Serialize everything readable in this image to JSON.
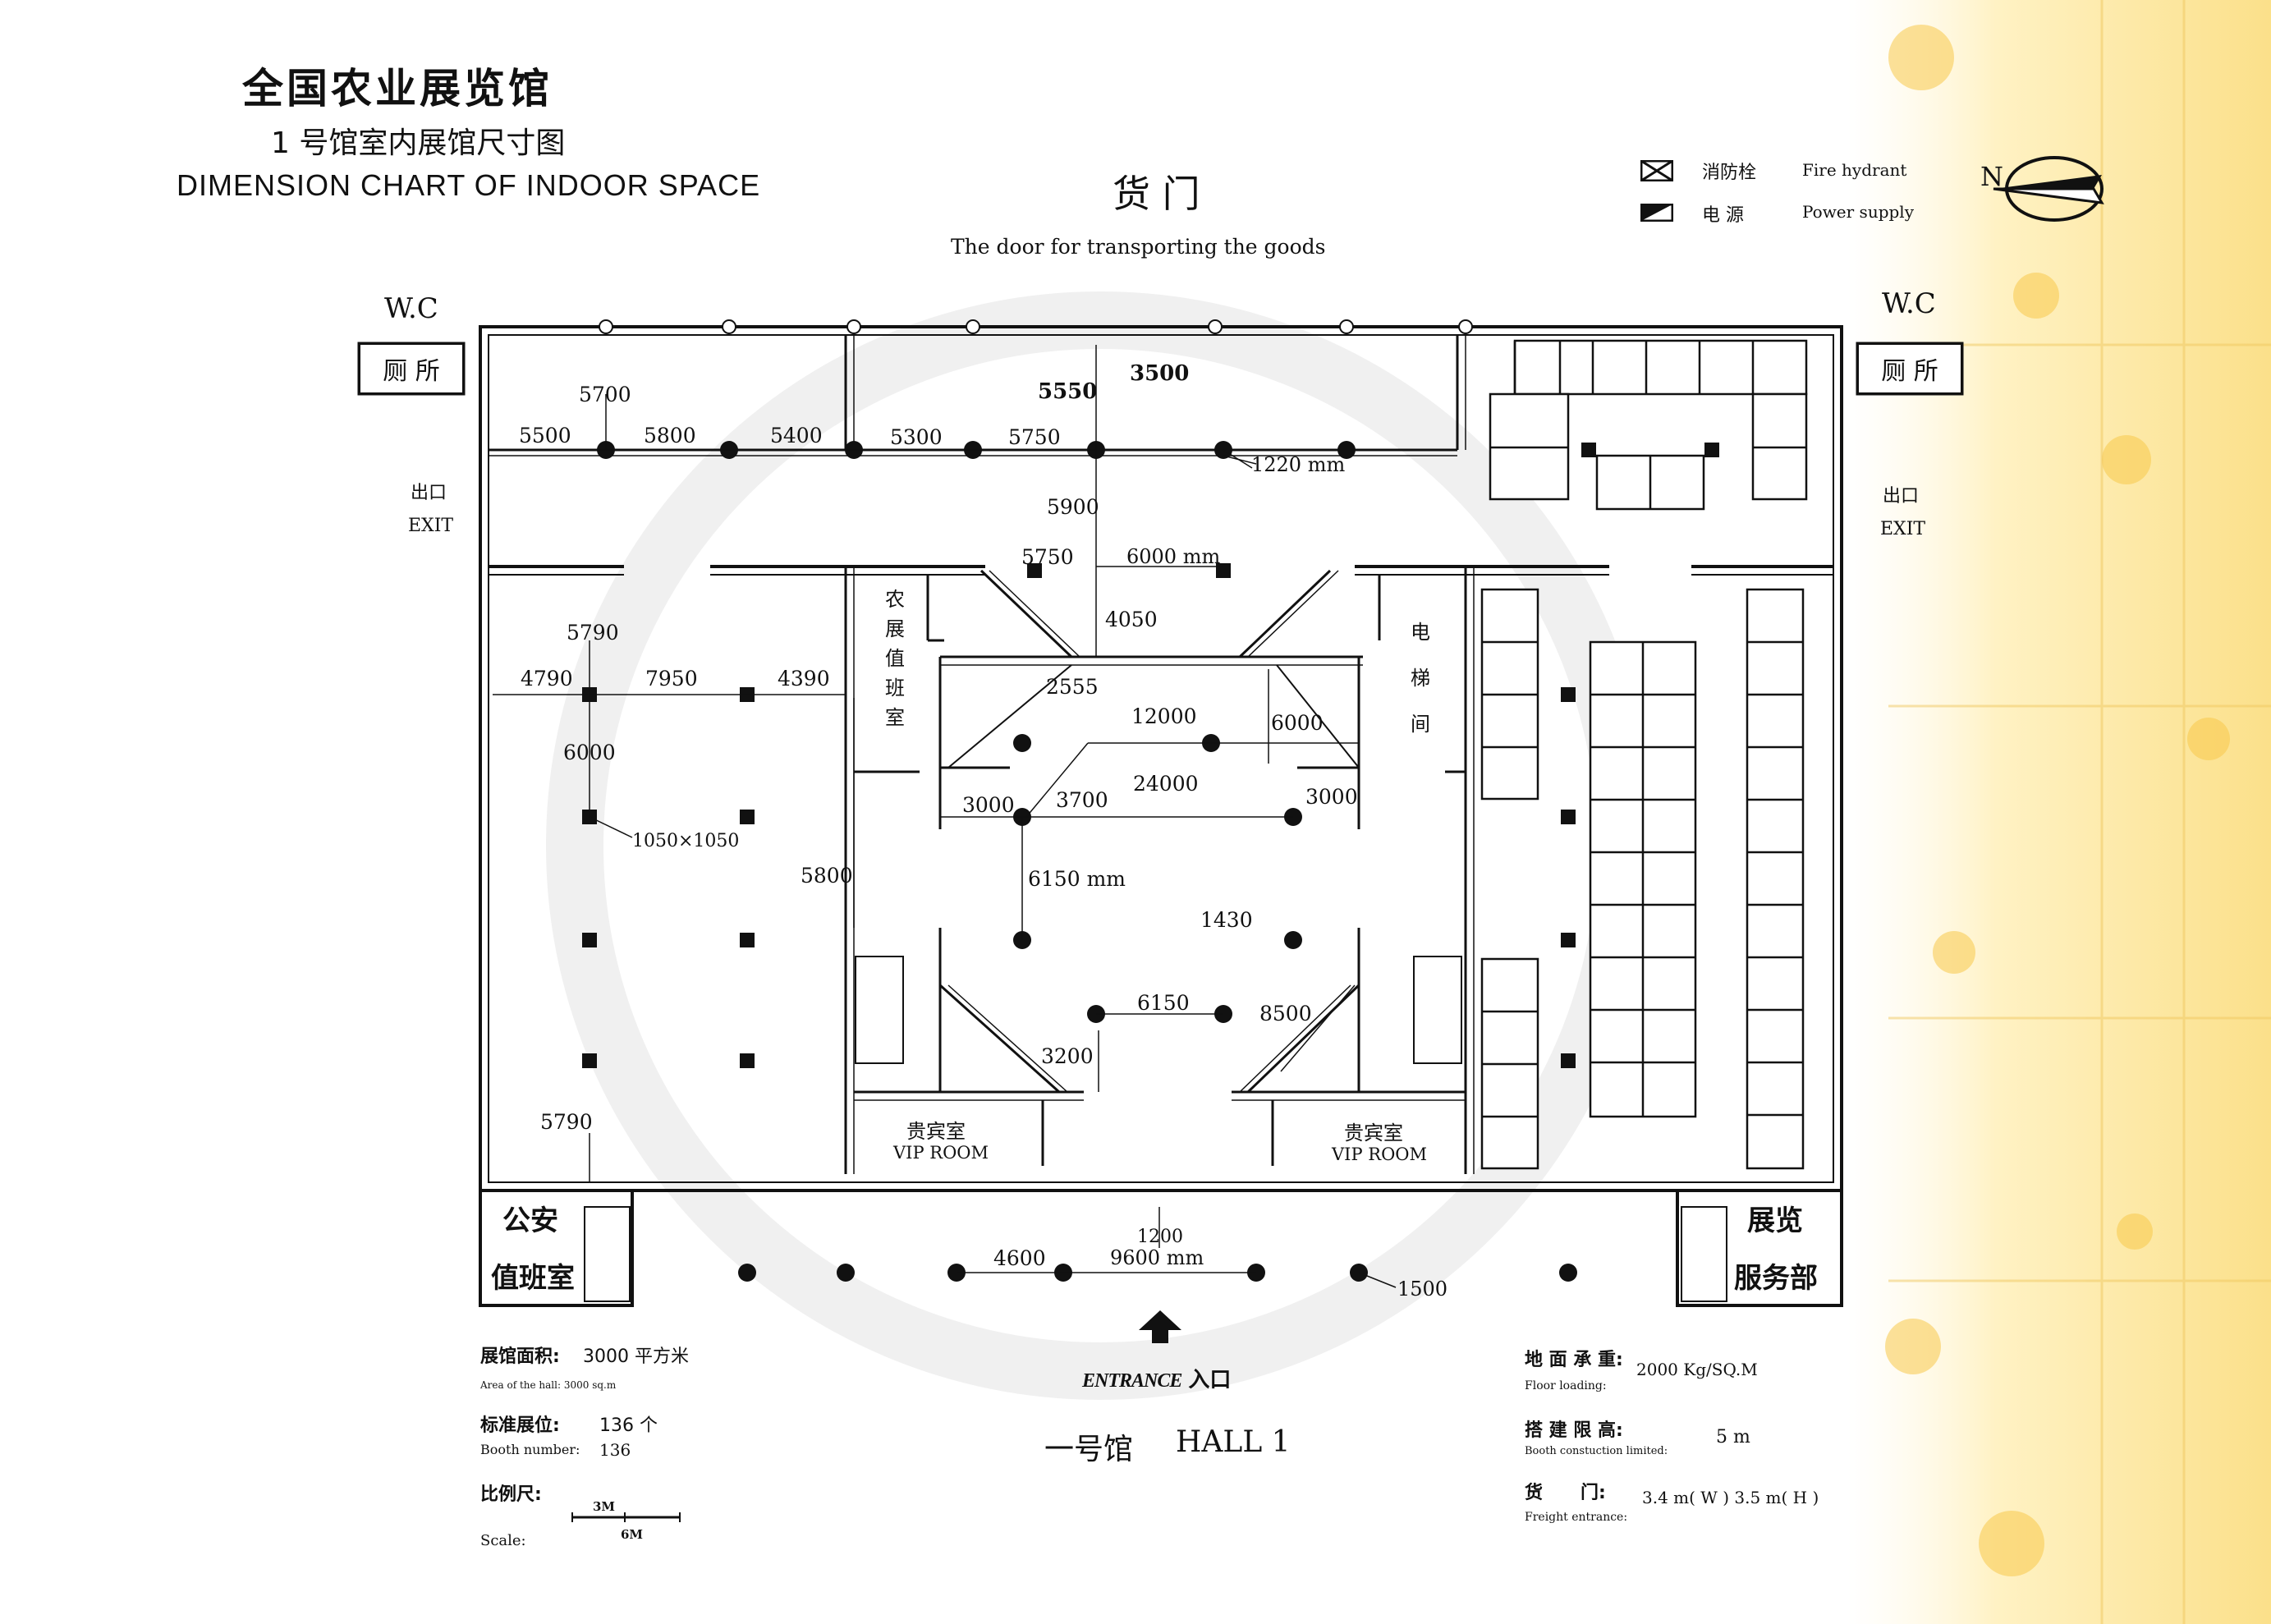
{
  "header": {
    "title_cn": "全国农业展览馆",
    "subtitle_cn": "1 号馆室内展馆尺寸图",
    "subtitle_en": "DIMENSION CHART OF INDOOR SPACE"
  },
  "top_door": {
    "cn": "货 门",
    "en": "The door for transporting the goods",
    "width": "3500"
  },
  "legend": {
    "items": [
      {
        "icon": "fire-hydrant-icon",
        "cn": "消防栓",
        "en": "Fire hydrant"
      },
      {
        "icon": "power-supply-icon",
        "cn": "电 源",
        "en": "Power supply"
      }
    ],
    "north": "N"
  },
  "facilities": {
    "wc_label": "W.C",
    "wc_cn": "厕 所",
    "exit_cn": "出口",
    "exit_en": "EXIT",
    "security_cn_1": "公安",
    "security_cn_2": "值班室",
    "service_cn_1": "展览",
    "service_cn_2": "服务部",
    "duty_room": "农展值班室",
    "elevator": "电梯间",
    "vip_cn": "贵宾室",
    "vip_en": "VIP ROOM"
  },
  "dimensions": {
    "d5700": "5700",
    "d5500": "5500",
    "d5800": "5800",
    "d5400": "5400",
    "d5300": "5300",
    "d5750": "5750",
    "d5550": "5550",
    "d1220": "1220 mm",
    "d5900": "5900",
    "d5750b": "5750",
    "d6000mm": "6000 mm",
    "d4050": "4050",
    "d5790": "5790",
    "d4790": "4790",
    "d7950": "7950",
    "d4390": "4390",
    "d6000": "6000",
    "d1050": "1050×1050",
    "d2555": "2555",
    "d12000": "12000",
    "d6000b": "6000",
    "d3000": "3000",
    "d3700": "3700",
    "d24000": "24000",
    "d3000b": "3000",
    "d5800b": "5800",
    "d6150mm": "6150 mm",
    "d1430": "1430",
    "d6150": "6150",
    "d8500": "8500",
    "d3200": "3200",
    "d5790b": "5790",
    "d1200": "1200",
    "d4600": "4600",
    "d9600": "9600 mm",
    "d1500": "1500"
  },
  "entrance": {
    "en": "ENTRANCE",
    "cn": "入口",
    "hall_cn": "一号馆",
    "hall_en": "HALL 1"
  },
  "stats_left": {
    "area_cn": "展馆面积:",
    "area_val": "3000 平方米",
    "area_en": "Area of the hall:  3000 sq.m",
    "booth_cn": "标准展位:",
    "booth_val": "136 个",
    "booth_en": "Booth number:",
    "booth_en_val": "136",
    "scale_cn": "比例尺:",
    "scale_en": "Scale:",
    "scale_3m": "3M",
    "scale_6m": "6M"
  },
  "stats_right": {
    "floor_cn": "地 面 承 重:",
    "floor_val": "2000 Kg/SQ.M",
    "floor_en": "Floor loading:",
    "height_cn": "搭 建 限 高:",
    "height_val": "5 m",
    "height_en": "Booth constuction limited:",
    "door_cn": "货      门:",
    "door_val": "3.4 m( W ) 3.5 m( H )",
    "door_en": "Freight entrance:"
  }
}
